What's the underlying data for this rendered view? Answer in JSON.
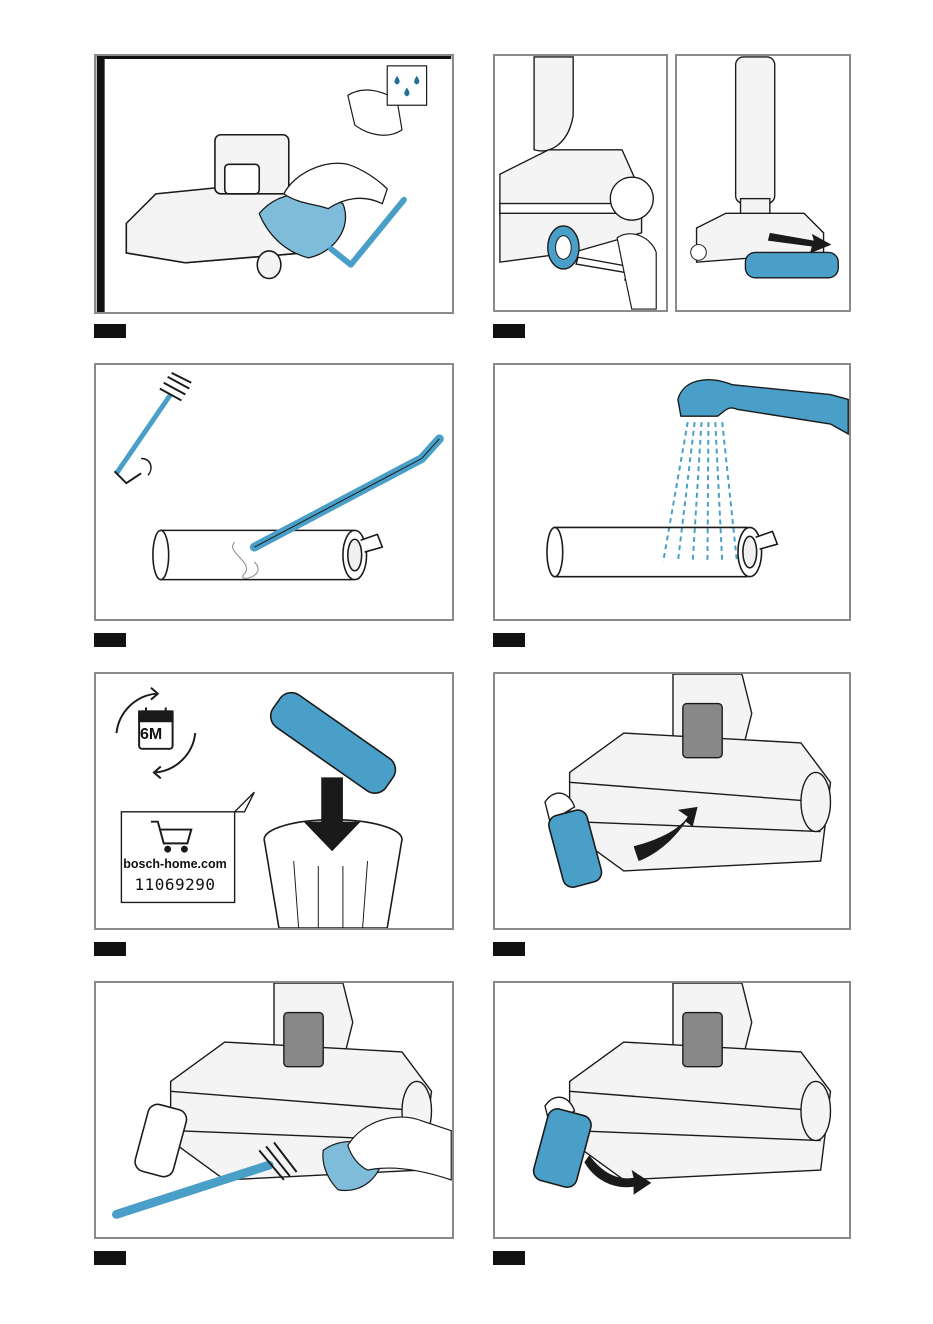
{
  "panels": [
    {
      "id": "wipe-housing"
    },
    {
      "id": "remove-roller-left"
    },
    {
      "id": "remove-roller-right"
    },
    {
      "id": "brush-roller"
    },
    {
      "id": "rinse-roller"
    },
    {
      "id": "replace-roller"
    },
    {
      "id": "insert-roller"
    },
    {
      "id": "clean-roller-bay"
    },
    {
      "id": "roll-in-roller"
    }
  ],
  "replacement": {
    "interval": "6M",
    "url": "bosch-home.com",
    "part_number": "11069290"
  },
  "colors": {
    "accent": "#4a9fc8",
    "accent_dark": "#1f6f96",
    "outline": "#1a1a1a",
    "frame": "#8a8a8a",
    "step_marker": "#111111"
  },
  "icons": [
    "water-drops-icon",
    "check-icon",
    "calendar-icon",
    "cycle-arrows-icon",
    "shopping-cart-icon",
    "arrow-icon"
  ]
}
